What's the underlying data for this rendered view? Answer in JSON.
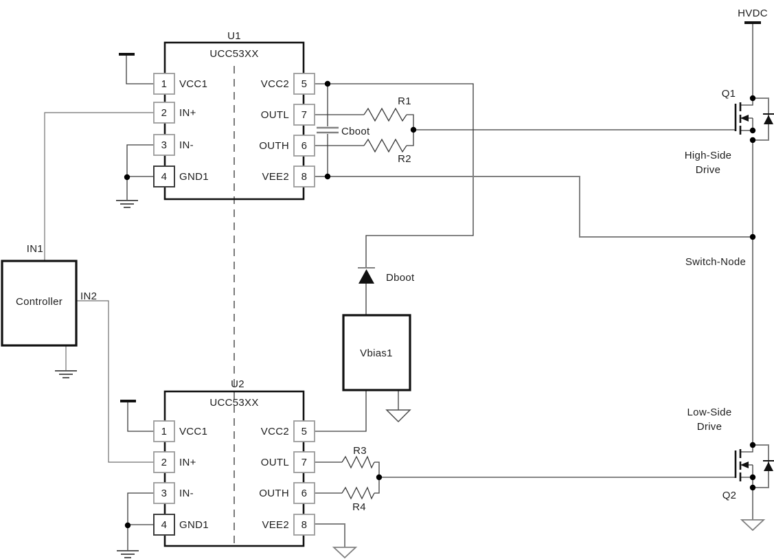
{
  "colors": {
    "background": "#ffffff",
    "wire": "#3a3a3a",
    "wire_gray": "#808080",
    "component_border": "#111111",
    "pin_box_border": "#9a9a9a",
    "text": "#1c1c1c"
  },
  "controller": {
    "label": "Controller",
    "out1": "IN1",
    "out2": "IN2"
  },
  "u1": {
    "designator": "U1",
    "part": "UCC53XX",
    "pins_left": [
      {
        "num": "1",
        "name": "VCC1"
      },
      {
        "num": "2",
        "name": "IN+"
      },
      {
        "num": "3",
        "name": "IN-"
      },
      {
        "num": "4",
        "name": "GND1"
      }
    ],
    "pins_right": [
      {
        "num": "5",
        "name": "VCC2"
      },
      {
        "num": "7",
        "name": "OUTL"
      },
      {
        "num": "6",
        "name": "OUTH"
      },
      {
        "num": "8",
        "name": "VEE2"
      }
    ]
  },
  "u2": {
    "designator": "U2",
    "part": "UCC53XX",
    "pins_left": [
      {
        "num": "1",
        "name": "VCC1"
      },
      {
        "num": "2",
        "name": "IN+"
      },
      {
        "num": "3",
        "name": "IN-"
      },
      {
        "num": "4",
        "name": "GND1"
      }
    ],
    "pins_right": [
      {
        "num": "5",
        "name": "VCC2"
      },
      {
        "num": "7",
        "name": "OUTL"
      },
      {
        "num": "6",
        "name": "OUTH"
      },
      {
        "num": "8",
        "name": "VEE2"
      }
    ]
  },
  "components": {
    "r1": "R1",
    "r2": "R2",
    "r3": "R3",
    "r4": "R4",
    "cboot": "Cboot",
    "dboot": "Dboot",
    "vbias": "Vbias1"
  },
  "transistors": {
    "q1": "Q1",
    "q2": "Q2"
  },
  "rails": {
    "hvdc": "HVDC",
    "switch_node": "Switch-Node"
  },
  "annotations": {
    "high_side": [
      "High-Side",
      "Drive"
    ],
    "low_side": [
      "Low-Side",
      "Drive"
    ]
  }
}
